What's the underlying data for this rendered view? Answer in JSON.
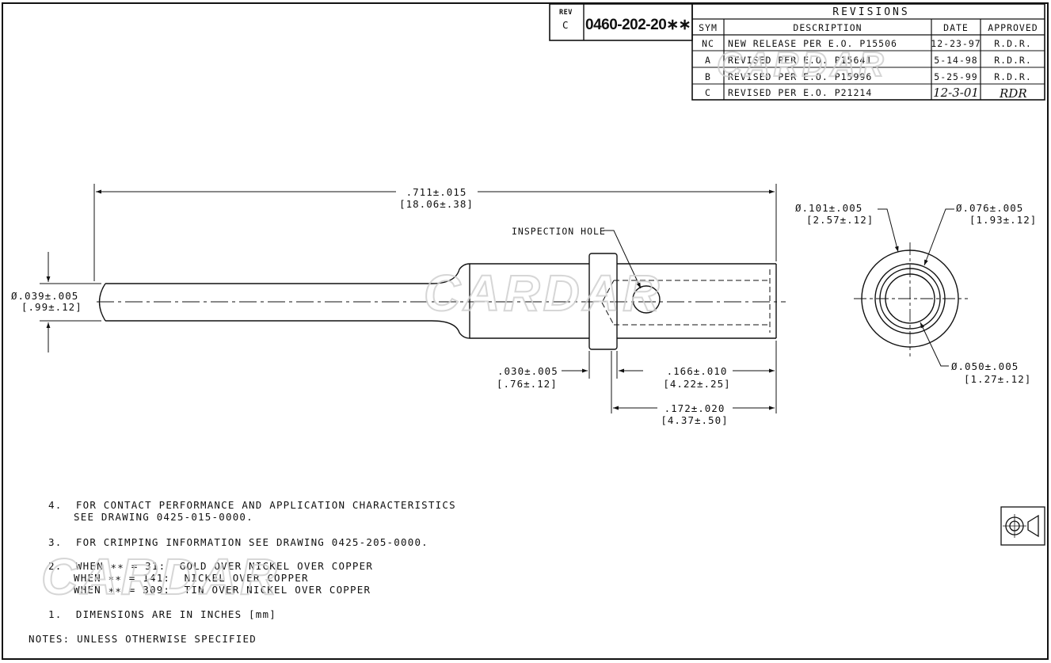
{
  "title_block": {
    "rev_label": "REV",
    "rev_value": "C",
    "part_number": "0460-202-20∗∗"
  },
  "revisions": {
    "header": "REVISIONS",
    "columns": [
      "SYM",
      "DESCRIPTION",
      "DATE",
      "APPROVED"
    ],
    "rows": [
      {
        "sym": "NC",
        "description": "NEW RELEASE PER E.O. P15506",
        "date": "12-23-97",
        "approved": "R.D.R."
      },
      {
        "sym": "A",
        "description": "REVISED PER E.O. P15641",
        "date": "5-14-98",
        "approved": "R.D.R."
      },
      {
        "sym": "B",
        "description": "REVISED PER E.O. P15996",
        "date": "5-25-99",
        "approved": "R.D.R."
      },
      {
        "sym": "C",
        "description": "REVISED PER E.O. P21214",
        "date": "12-3-01",
        "approved": "RDR"
      }
    ]
  },
  "dimensions": {
    "overall_length": {
      "in": ".711±.015",
      "mm": "[18.06±.38]"
    },
    "pin_diameter": {
      "in": "Ø.039±.005",
      "mm": "[.99±.12]"
    },
    "collar_width": {
      "in": ".030±.005",
      "mm": "[.76±.12]"
    },
    "barrel_length": {
      "in": ".166±.010",
      "mm": "[4.22±.25]"
    },
    "collar_to_end": {
      "in": ".172±.020",
      "mm": "[4.37±.50]"
    },
    "outer_diameter": {
      "in": "Ø.101±.005",
      "mm": "[2.57±.12]"
    },
    "barrel_diameter": {
      "in": "Ø.076±.005",
      "mm": "[1.93±.12]"
    },
    "bore_diameter": {
      "in": "Ø.050±.005",
      "mm": "[1.27±.12]"
    },
    "inspection_hole": "INSPECTION HOLE"
  },
  "notes": {
    "n4_line1": "4.  FOR CONTACT PERFORMANCE AND APPLICATION CHARACTERISTICS",
    "n4_line2": "SEE DRAWING 0425-015-0000.",
    "n3": "3.  FOR CRIMPING INFORMATION SEE DRAWING 0425-205-0000.",
    "n2_line1": "2.  WHEN ∗∗ = 31:  GOLD OVER NICKEL OVER COPPER",
    "n2_line2": "WHEN ∗∗ = 141:  NICKEL OVER COPPER",
    "n2_line3": "WHEN ∗∗ = 309:  TIN OVER NICKEL OVER COPPER",
    "n1": "1.  DIMENSIONS ARE IN INCHES [mm]",
    "header": "NOTES: UNLESS OTHERWISE SPECIFIED"
  },
  "watermark": "CARDAR",
  "projection_symbol": "third-angle-projection-icon",
  "colors": {
    "ink": "#111111",
    "watermark": "#cfcfcf",
    "paper": "#ffffff"
  }
}
